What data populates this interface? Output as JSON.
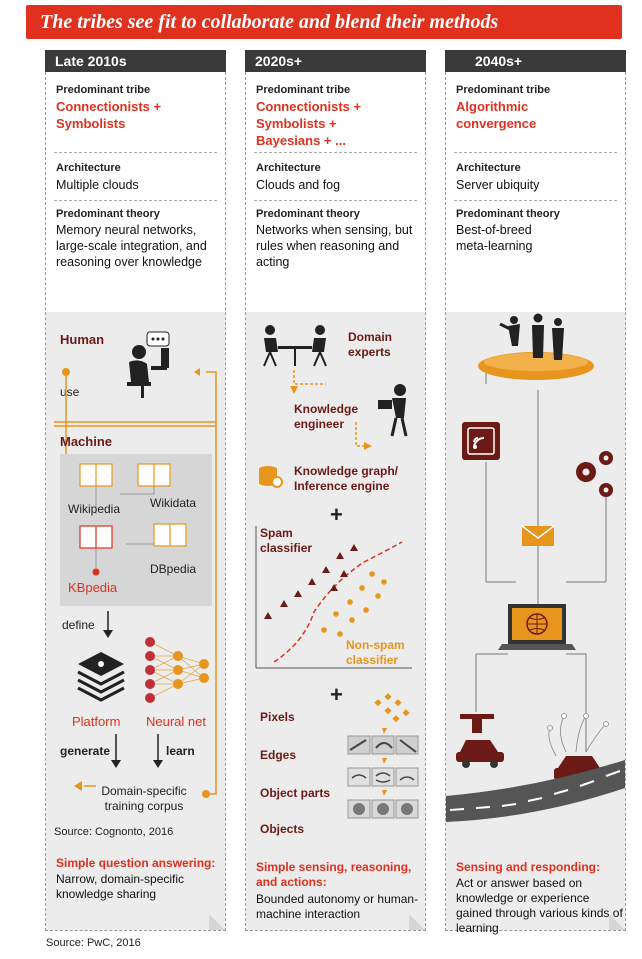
{
  "title": "The tribes see fit to collaborate and blend their methods",
  "columns": [
    {
      "period": "Late 2010s",
      "tribe_label": "Predominant tribe",
      "tribe": "Connectionists + Symbolists",
      "arch_label": "Architecture",
      "arch": "Multiple clouds",
      "theory_label": "Predominant theory",
      "theory": "Memory neural networks, large-scale integration, and reasoning over knowledge",
      "diagram": {
        "human": "Human",
        "use": "use",
        "machine": "Machine",
        "wikipedia": "Wikipedia",
        "wikidata": "Wikidata",
        "dbpedia": "DBpedia",
        "kbpedia": "KBpedia",
        "define": "define",
        "platform": "Platform",
        "neural_net": "Neural net",
        "generate": "generate",
        "learn": "learn",
        "corpus": "Domain-specific training corpus",
        "source": "Source: Cognonto, 2016"
      },
      "bottom_bold": "Simple question answering:",
      "bottom_text": "Narrow, domain-specific knowledge sharing"
    },
    {
      "period": "2020s+",
      "tribe_label": "Predominant tribe",
      "tribe": "Connectionists + Symbolists + Bayesians + ...",
      "arch_label": "Architecture",
      "arch": "Clouds and fog",
      "theory_label": "Predominant theory",
      "theory": "Networks when sensing, but rules when reasoning and acting",
      "diagram": {
        "domain_experts": "Domain experts",
        "knowledge_engineer": "Knowledge engineer",
        "kg": "Knowledge graph/ Inference engine",
        "plus": "+",
        "spam": "Spam classifier",
        "nonspam": "Non-spam classifier",
        "pixels": "Pixels",
        "edges": "Edges",
        "object_parts": "Object parts",
        "objects": "Objects"
      },
      "bottom_bold": "Simple sensing, reasoning, and actions:",
      "bottom_text": "Bounded autonomy or human-machine interaction"
    },
    {
      "period": "2040s+",
      "tribe_label": "Predominant tribe",
      "tribe": "Algorithmic convergence",
      "arch_label": "Architecture",
      "arch": "Server ubiquity",
      "theory_label": "Predominant theory",
      "theory": "Best-of-breed meta-learning",
      "bottom_bold": "Sensing and responding:",
      "bottom_text": "Act or answer based on knowledge or experience gained through various kinds of learning"
    }
  ],
  "source": "Source: PwC, 2016",
  "colors": {
    "accent": "#e0301e",
    "dark": "#3a3a3a",
    "orange": "#e8951e",
    "maroon": "#6b1a15"
  }
}
